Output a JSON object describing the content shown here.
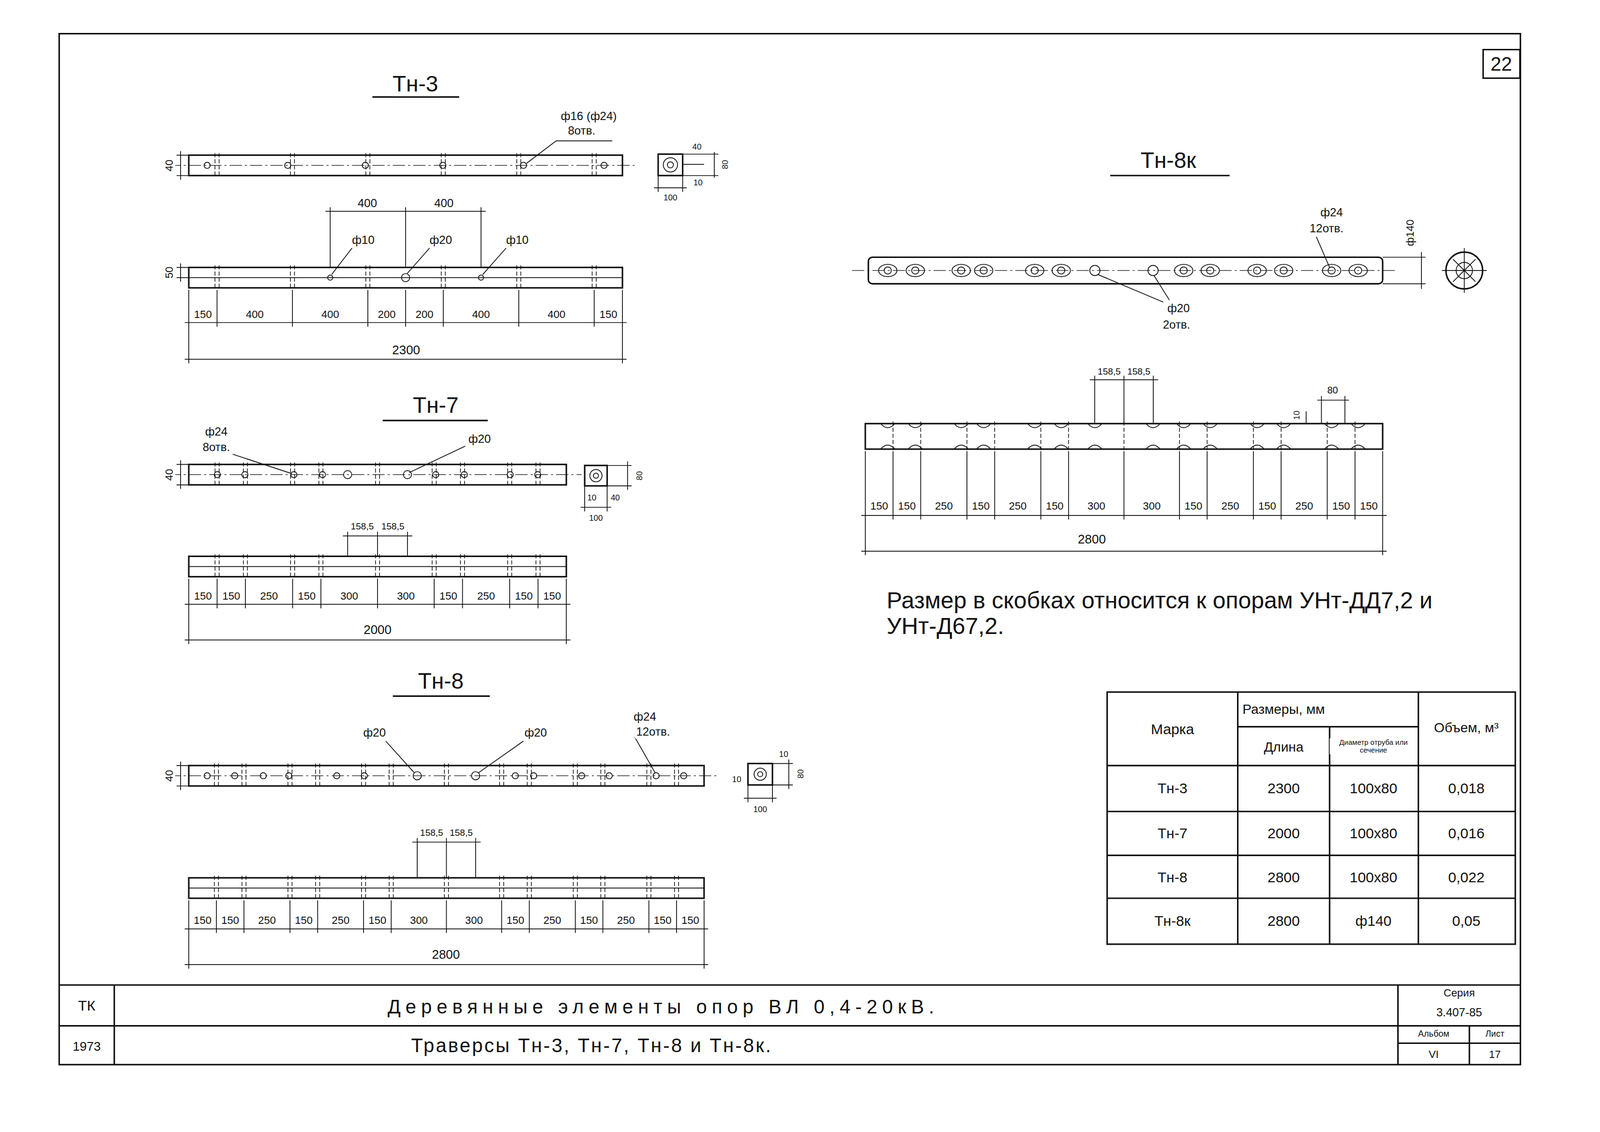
{
  "diagram": {
    "nodes": [
      {
        "text": [
          "22"
        ]
      }
    ],
    "labels": [
      "Тн-3",
      "ф16 (ф24)",
      "8отв.",
      "40",
      "80",
      "10",
      "100",
      "40",
      "400",
      "400",
      "ф10",
      "ф20",
      "ф10",
      "50",
      "150",
      "400",
      "400",
      "200",
      "200",
      "400",
      "400",
      "150",
      "2300",
      "Тн-7",
      "ф24",
      "8отв.",
      "ф20",
      "40",
      "80",
      "10",
      "40",
      "100",
      "158,5",
      "158,5",
      "150",
      "150",
      "250",
      "150",
      "300",
      "300",
      "150",
      "250",
      "150",
      "150",
      "2000",
      "Тн-8",
      "ф20",
      "ф20",
      "ф24",
      "12отв.",
      "40",
      "10",
      "80",
      "10",
      "100",
      "158,5",
      "158,5",
      "150",
      "150",
      "250",
      "150",
      "250",
      "150",
      "300",
      "300",
      "150",
      "250",
      "150",
      "250",
      "150",
      "150",
      "2800",
      "Тн-8к",
      "ф24",
      "12отв.",
      "ф140",
      "ф20",
      "2отв.",
      "158,5",
      "158,5",
      "80",
      "10",
      "150",
      "150",
      "250",
      "150",
      "250",
      "150",
      "300",
      "300",
      "150",
      "250",
      "150",
      "250",
      "150",
      "150",
      "2800",
      "Размер в скобках относится к опорам УНт-ДД7,2 и УНт-Д67,2.",
      "Марка",
      "Размеры, мм",
      "Длина",
      "Диаметр отруба или сечение",
      "Объем, м³",
      "Тн-3",
      "2300",
      "100x80",
      "0,018",
      "Тн-7",
      "2000",
      "100x80",
      "0,016",
      "Тн-8",
      "2800",
      "100x80",
      "0,022",
      "Тн-8к",
      "2800",
      "ф140",
      "0,05",
      "ТК",
      "1973",
      "Деревянные элементы опор ВЛ 0,4-20кВ.",
      "Траверсы Тн-3, Тн-7, Тн-8 и Тн-8к.",
      "Серия",
      "3.407-85",
      "Альбом",
      "VI",
      "Лист",
      "17"
    ]
  }
}
